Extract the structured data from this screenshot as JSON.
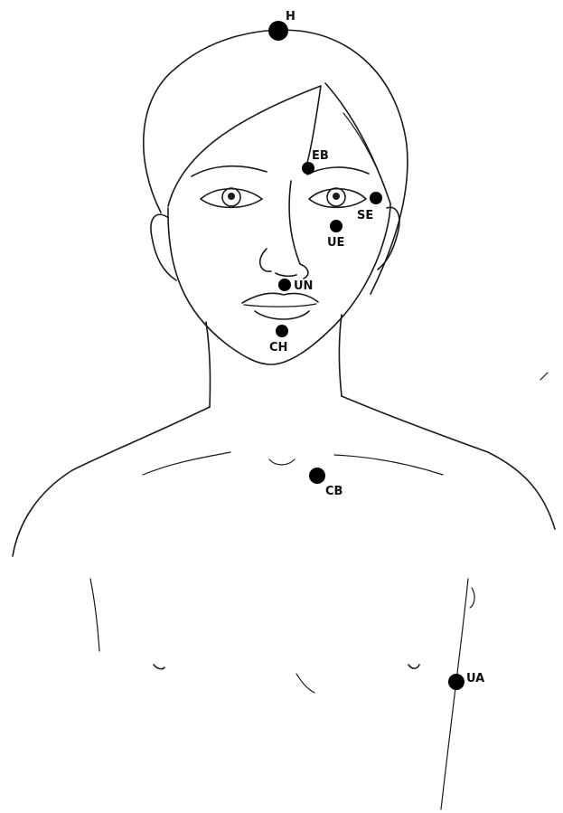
{
  "points": [
    {
      "id": "H",
      "label": "H"
    },
    {
      "id": "EB",
      "label": "EB"
    },
    {
      "id": "SE",
      "label": "SE"
    },
    {
      "id": "UE",
      "label": "UE"
    },
    {
      "id": "UN",
      "label": "UN"
    },
    {
      "id": "CH",
      "label": "CH"
    },
    {
      "id": "CB",
      "label": "CB"
    },
    {
      "id": "UA",
      "label": "UA"
    }
  ],
  "colors": {
    "line": "#1a1a1a",
    "point": "#000000",
    "background": "#ffffff"
  }
}
